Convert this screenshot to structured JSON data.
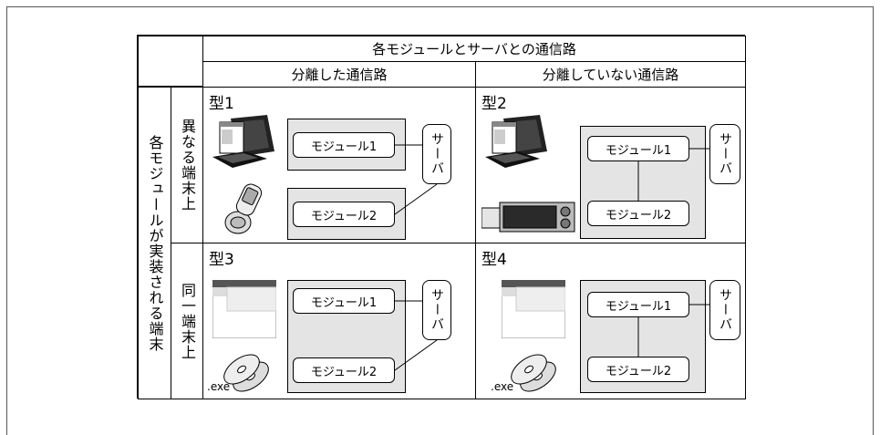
{
  "header": {
    "title": "各モジュールとサーバとの通信路",
    "separated": "分離した通信路",
    "not_separated": "分離していない通信路"
  },
  "rows": {
    "outer": "各モジュールが実装される端末",
    "different": "異なる端末上",
    "same": "同一端末上"
  },
  "types": [
    {
      "label": "型1",
      "module1": "モジュール1",
      "module2": "モジュール2",
      "server": "サーバ"
    },
    {
      "label": "型2",
      "module1": "モジュール1",
      "module2": "モジュール2",
      "server": "サーバ"
    },
    {
      "label": "型3",
      "module1": "モジュール1",
      "module2": "モジュール2",
      "server": "サーバ",
      "exe": ".exe"
    },
    {
      "label": "型4",
      "module1": "モジュール1",
      "module2": "モジュール2",
      "server": "サーバ",
      "exe": ".exe"
    }
  ]
}
